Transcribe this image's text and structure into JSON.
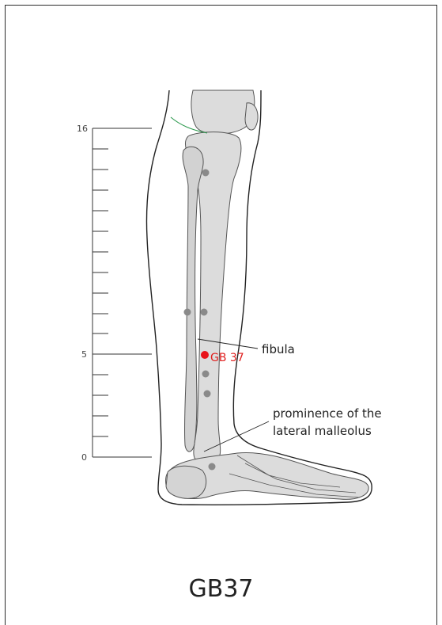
{
  "scale": {
    "top_label": "16",
    "mid_label": "5",
    "bottom_label": "0"
  },
  "labels": {
    "fibula": "fibula",
    "malleolus_line1": "prominence of the",
    "malleolus_line2": "lateral malleolus",
    "point": "GB 37"
  },
  "title": "GB37",
  "colors": {
    "active_point": "#e8131a",
    "other_points": "#8a8a8a",
    "bone_fill": "#dcdcdc",
    "meridian_line": "#2e9a4f"
  }
}
